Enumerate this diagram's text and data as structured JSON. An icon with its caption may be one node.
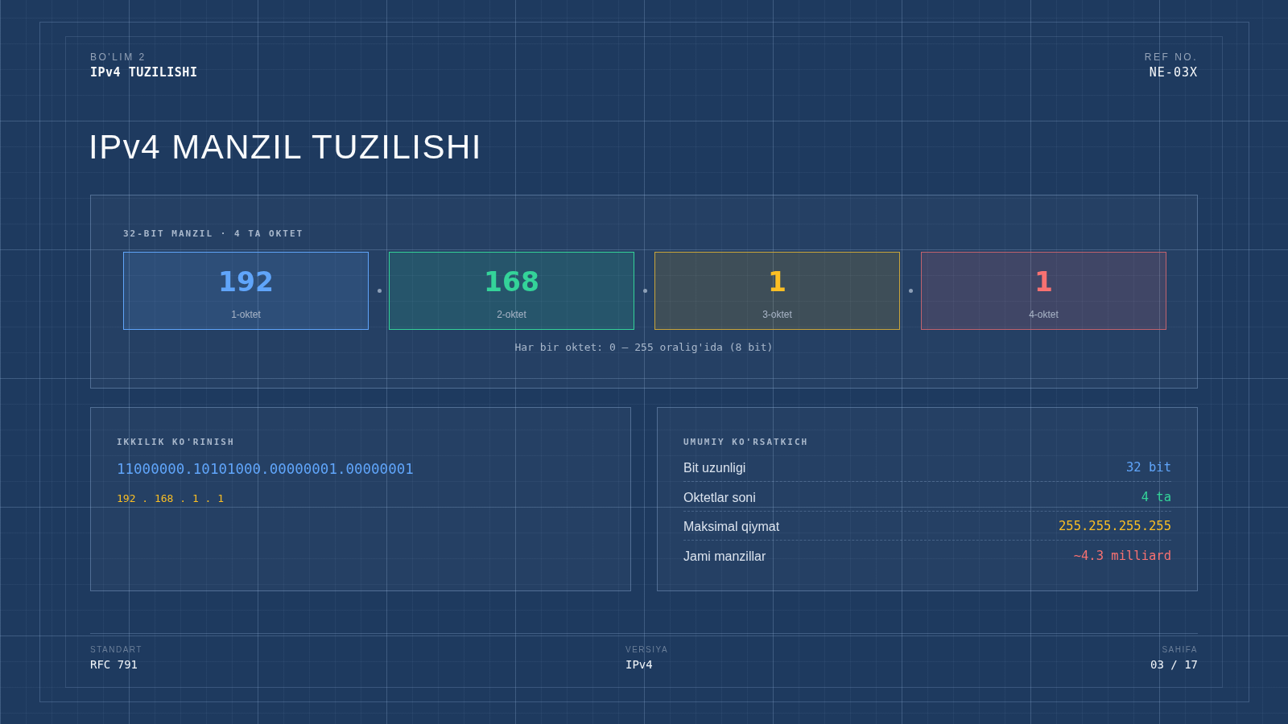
{
  "diagram": {
    "title": "IPv4 MANZIL TUZILISHI",
    "nodes": [
      {
        "text": [
          "32-BIT MANZIL · 4 TA OKTET",
          "Har bir oktet: 0 — 255 oralig'ida (8 bit)"
        ]
      },
      {
        "text": [
          "192",
          "1-oktet"
        ],
        "in": 0
      },
      {
        "text": [
          "168",
          "2-oktet"
        ],
        "in": 0
      },
      {
        "text": [
          "1",
          "3-oktet"
        ],
        "in": 0
      },
      {
        "text": [
          "1",
          "4-oktet"
        ],
        "in": 0
      },
      {
        "text": [
          "IKKILIK KO'RINISH",
          "11000000.10101000.00000001.00000001",
          "192 . 168 . 1 . 1"
        ]
      },
      {
        "text": [
          "UMUMIY KO'RSATKICH",
          "Bit uzunligi",
          "32 bit",
          "Oktetlar soni",
          "4 ta",
          "Maksimal qiymat",
          "255.255.255.255",
          "Jami manzillar",
          "~4.3 milliard"
        ]
      }
    ],
    "labels": [
      "BO'LIM 2",
      "IPv4 TUZILISHI",
      "REF NO.",
      "NE-03X",
      "STANDART",
      "RFC 791",
      "VERSIYA",
      "IPv4",
      "SAHIFA",
      "03 / 17"
    ]
  }
}
